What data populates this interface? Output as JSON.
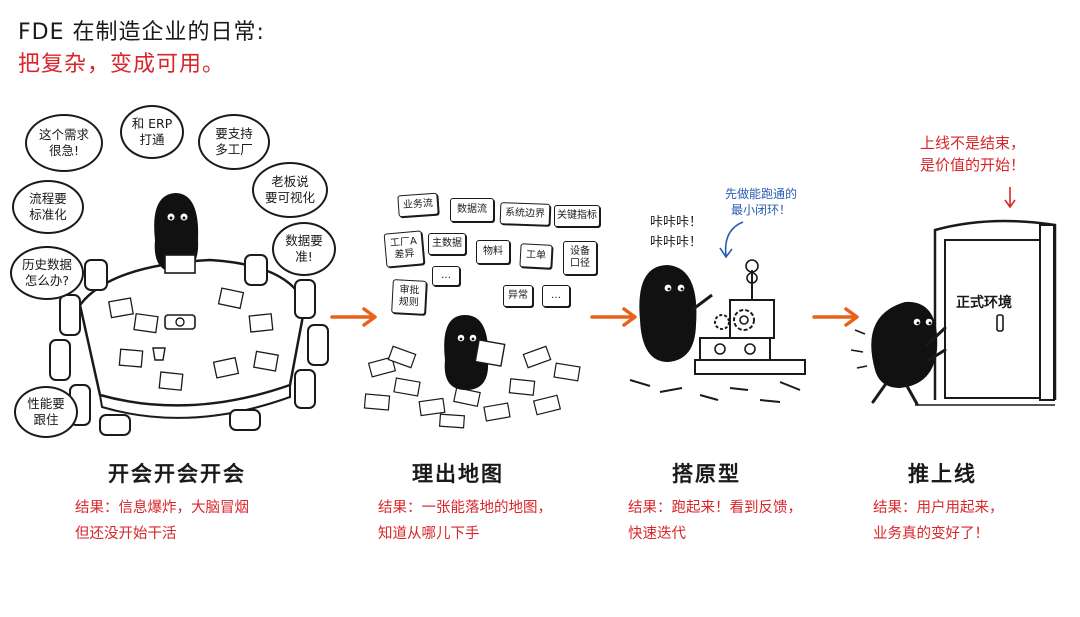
{
  "header": {
    "line1": "FDE 在制造企业的日常:",
    "line2": "把复杂，变成可用。"
  },
  "stage1": {
    "title": "开会开会开会",
    "result": "结果：信息爆炸，大脑冒烟\n    但还没开始干活",
    "bubbles": [
      "这个需求\n很急!",
      "和 ERP\n打通",
      "要支持\n多工厂",
      "流程要\n标准化",
      "老板说\n要可视化",
      "历史数据\n怎么办?",
      "数据要\n准!",
      "性能要\n跟住"
    ]
  },
  "stage2": {
    "title": "理出地图",
    "result": "结果：一张能落地的地图，\n    知道从哪儿下手",
    "cards": [
      "业务流",
      "数据流",
      "系统边界",
      "关键指标",
      "工厂A\n差异",
      "主数据",
      "物料",
      "工单",
      "设备\n口径",
      "审批\n规则",
      "…",
      "异常",
      "…"
    ]
  },
  "stage3": {
    "title": "搭原型",
    "result": "结果：跑起来！看到反馈，\n    快速迭代",
    "shout": "咔咔咔！\n  咔咔咔！",
    "note": "先做能跑通的\n最小闭环！"
  },
  "stage4": {
    "title": "推上线",
    "result": "结果：用户用起来，\n    业务真的变好了！",
    "door_label": "正式环境",
    "note": "上线不是结束，\n是价值的开始！"
  },
  "colors": {
    "accent_red": "#d8262a",
    "arrow_orange": "#e8621a",
    "note_blue": "#2a5db0",
    "ink": "#1a1a1a"
  }
}
